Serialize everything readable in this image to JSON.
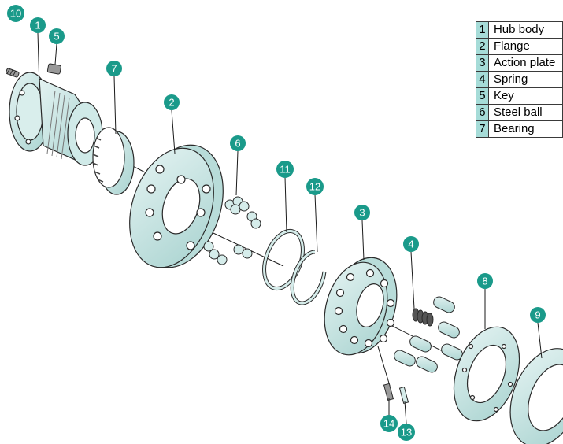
{
  "parts": [
    {
      "num": "1",
      "name": "Hub body"
    },
    {
      "num": "2",
      "name": "Flange"
    },
    {
      "num": "3",
      "name": "Action plate"
    },
    {
      "num": "4",
      "name": "Spring"
    },
    {
      "num": "5",
      "name": "Key"
    },
    {
      "num": "6",
      "name": "Steel ball"
    },
    {
      "num": "7",
      "name": "Bearing"
    }
  ],
  "callouts": {
    "c1": "1",
    "c2": "2",
    "c3": "3",
    "c4": "4",
    "c5": "5",
    "c6": "6",
    "c7": "7",
    "c8": "8",
    "c9": "9",
    "c10": "10",
    "c11": "11",
    "c12": "12",
    "c13": "13",
    "c14": "14"
  },
  "colors": {
    "callout": "#1a9a8a",
    "part_fill": "#c8e6e4",
    "part_stroke": "#2a2a2a",
    "table_num_bg": "#a6dcd8"
  }
}
